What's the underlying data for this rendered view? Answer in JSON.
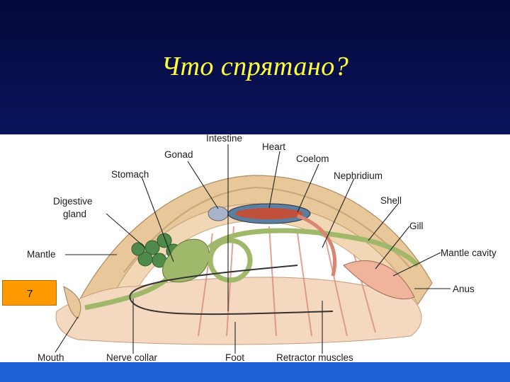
{
  "slide": {
    "title": "Что спрятано?",
    "badge_number": "7"
  },
  "diagram": {
    "labels": {
      "intestine": "Intestine",
      "heart": "Heart",
      "gonad": "Gonad",
      "coelom": "Coelom",
      "stomach": "Stomach",
      "nephridium": "Nephridium",
      "digestive_gland_line1": "Digestive",
      "digestive_gland_line2": "gland",
      "shell": "Shell",
      "gill": "Gill",
      "mantle": "Mantle",
      "mantle_cavity": "Mantle cavity",
      "anus": "Anus",
      "mouth": "Mouth",
      "nerve_collar": "Nerve collar",
      "foot": "Foot",
      "retractor_muscles": "Retractor muscles"
    }
  },
  "colors": {
    "title_text": "#ffff33",
    "badge": "#ff9a00",
    "shell": "#e8c79a",
    "muscle": "#e7a08c",
    "gut": "#9fb86a",
    "heart": "#c0503a",
    "coelom": "#5a7fa0"
  }
}
